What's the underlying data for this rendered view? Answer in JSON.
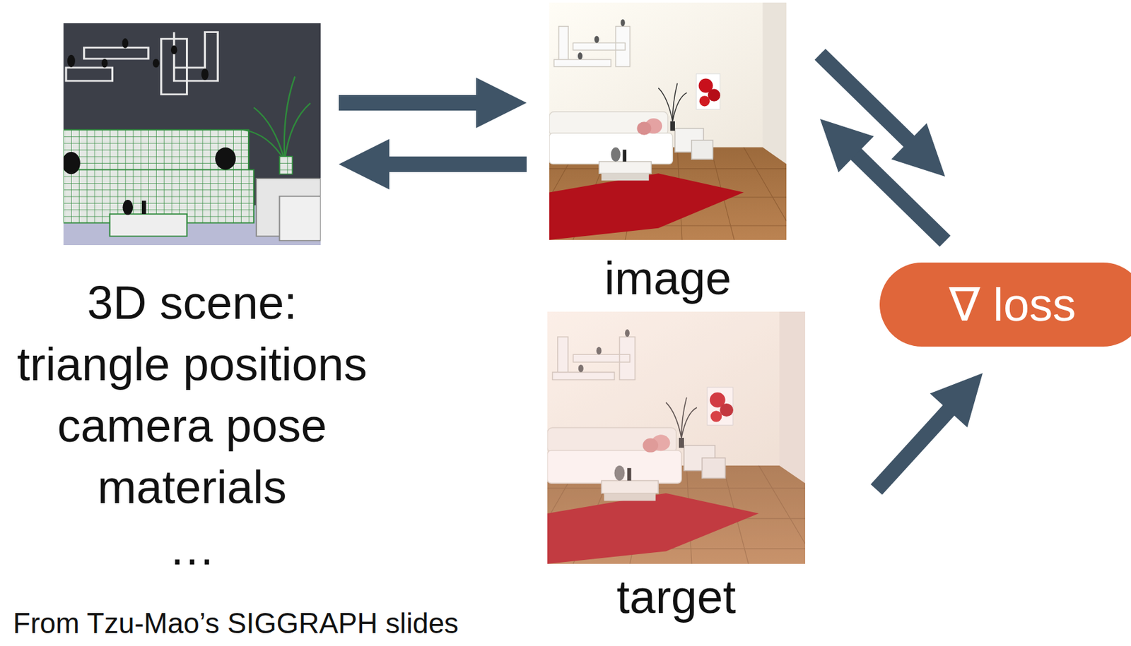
{
  "diagram": {
    "nodes": [
      {
        "text": [
          "3D scene:",
          "triangle positions",
          "camera pose",
          "materials",
          "…"
        ]
      },
      {
        "text": [
          "image"
        ]
      },
      {
        "text": [
          "target"
        ]
      },
      {
        "text": [
          "∇ loss"
        ]
      }
    ],
    "edges": [
      {
        "from": 0,
        "to": 1,
        "arrow": "to"
      },
      {
        "from": 1,
        "to": 0,
        "arrow": "to"
      },
      {
        "from": 1,
        "to": 3,
        "arrow": "to"
      },
      {
        "from": 3,
        "to": 1,
        "arrow": "to"
      },
      {
        "from": 2,
        "to": 3,
        "arrow": "to"
      }
    ],
    "labels": [
      "From Tzu-Mao’s SIGGRAPH slides"
    ]
  }
}
